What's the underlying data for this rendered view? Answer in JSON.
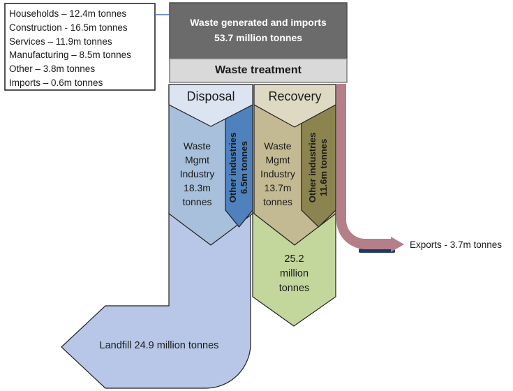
{
  "legend": {
    "items": [
      "Households – 12.4m tonnes",
      "Construction -  16.5m tonnes",
      "Services – 11.9m tonnes",
      "Manufacturing – 8.5m tonnes",
      "Other – 3.8m tonnes",
      "Imports – 0.6m tonnes"
    ]
  },
  "header": {
    "generated_line1": "Waste generated and imports",
    "generated_line2": "53.7 million tonnes",
    "treatment_label": "Waste treatment"
  },
  "branches": {
    "disposal_label": "Disposal",
    "recovery_label": "Recovery"
  },
  "streams": {
    "disposal_wmi": {
      "lines": [
        "Waste",
        "Mgmt",
        "Industry",
        "18.3m",
        "tonnes"
      ]
    },
    "disposal_other": {
      "line1": "Other industries",
      "line2": "6.5m tonnes"
    },
    "recovery_wmi": {
      "lines": [
        "Waste",
        "Mgmt",
        "Industry",
        "13.7m",
        "tonnes"
      ]
    },
    "recovery_other": {
      "line1": "Other industries",
      "line2": "11.6m tonnes"
    },
    "recovery_total": {
      "lines": [
        "25.2",
        "million",
        "tonnes"
      ]
    },
    "landfill_label": "Landfill 24.9 million tonnes",
    "exports_label": "Exports - 3.7m tonnes"
  },
  "colors": {
    "box_dark": "#6b6b6b",
    "box_gray": "#d9d9d9",
    "disposal_chevron": "#dce4f2",
    "recovery_chevron": "#ddd9c3",
    "wmi_disposal": "#a8c0db",
    "other_disposal": "#4f81bd",
    "wmi_recovery": "#c3b992",
    "other_recovery": "#8b844f",
    "recovery_total": "#c3d79c",
    "landfill": "#b8c7e7",
    "exports": "#b47f88",
    "exports_shadow": "#1f3864",
    "connector": "#4472c4"
  }
}
